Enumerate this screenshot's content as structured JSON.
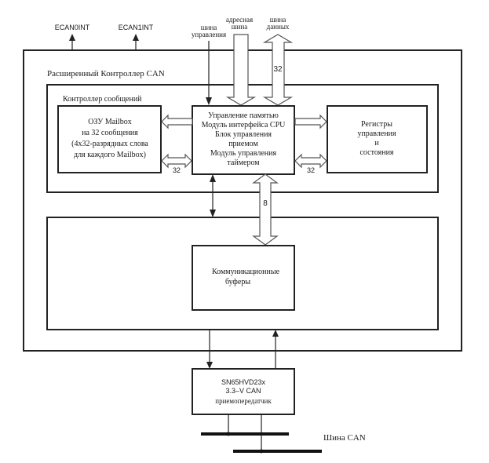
{
  "signals": {
    "ecan0int": "ECAN0INT",
    "ecan1int": "ECAN1INT",
    "control_bus": [
      "шина",
      "управления"
    ],
    "address_bus": [
      "адресная",
      "шина"
    ],
    "data_bus": [
      "шина",
      "данных"
    ],
    "data_bus_width": "32"
  },
  "enhanced_controller": {
    "title": "Расширенный Контроллер CAN"
  },
  "message_controller": {
    "title": "Контроллер сообщений",
    "mailbox_ram": [
      "ОЗУ Mailbox",
      "на 32 сообщения",
      "(4х32-разрядных слова",
      "для каждого Mailbox)"
    ],
    "cpu_block": [
      "Управление памятью",
      "Модуль интерфейса CPU",
      "Блок управления",
      "приемом",
      "Модуль управления",
      "таймером"
    ],
    "registers": [
      "Регистры",
      "управления",
      "и",
      "состояния"
    ],
    "left_bus_width": "32",
    "right_bus_width": "32"
  },
  "buffer_bus_width": "8",
  "comm_buffers": [
    "Коммуникационные",
    "буферы"
  ],
  "transceiver": [
    "SN65HVD23x",
    "3.3–V CAN",
    "приемопередатчик"
  ],
  "can_bus_label": "Шина CAN"
}
